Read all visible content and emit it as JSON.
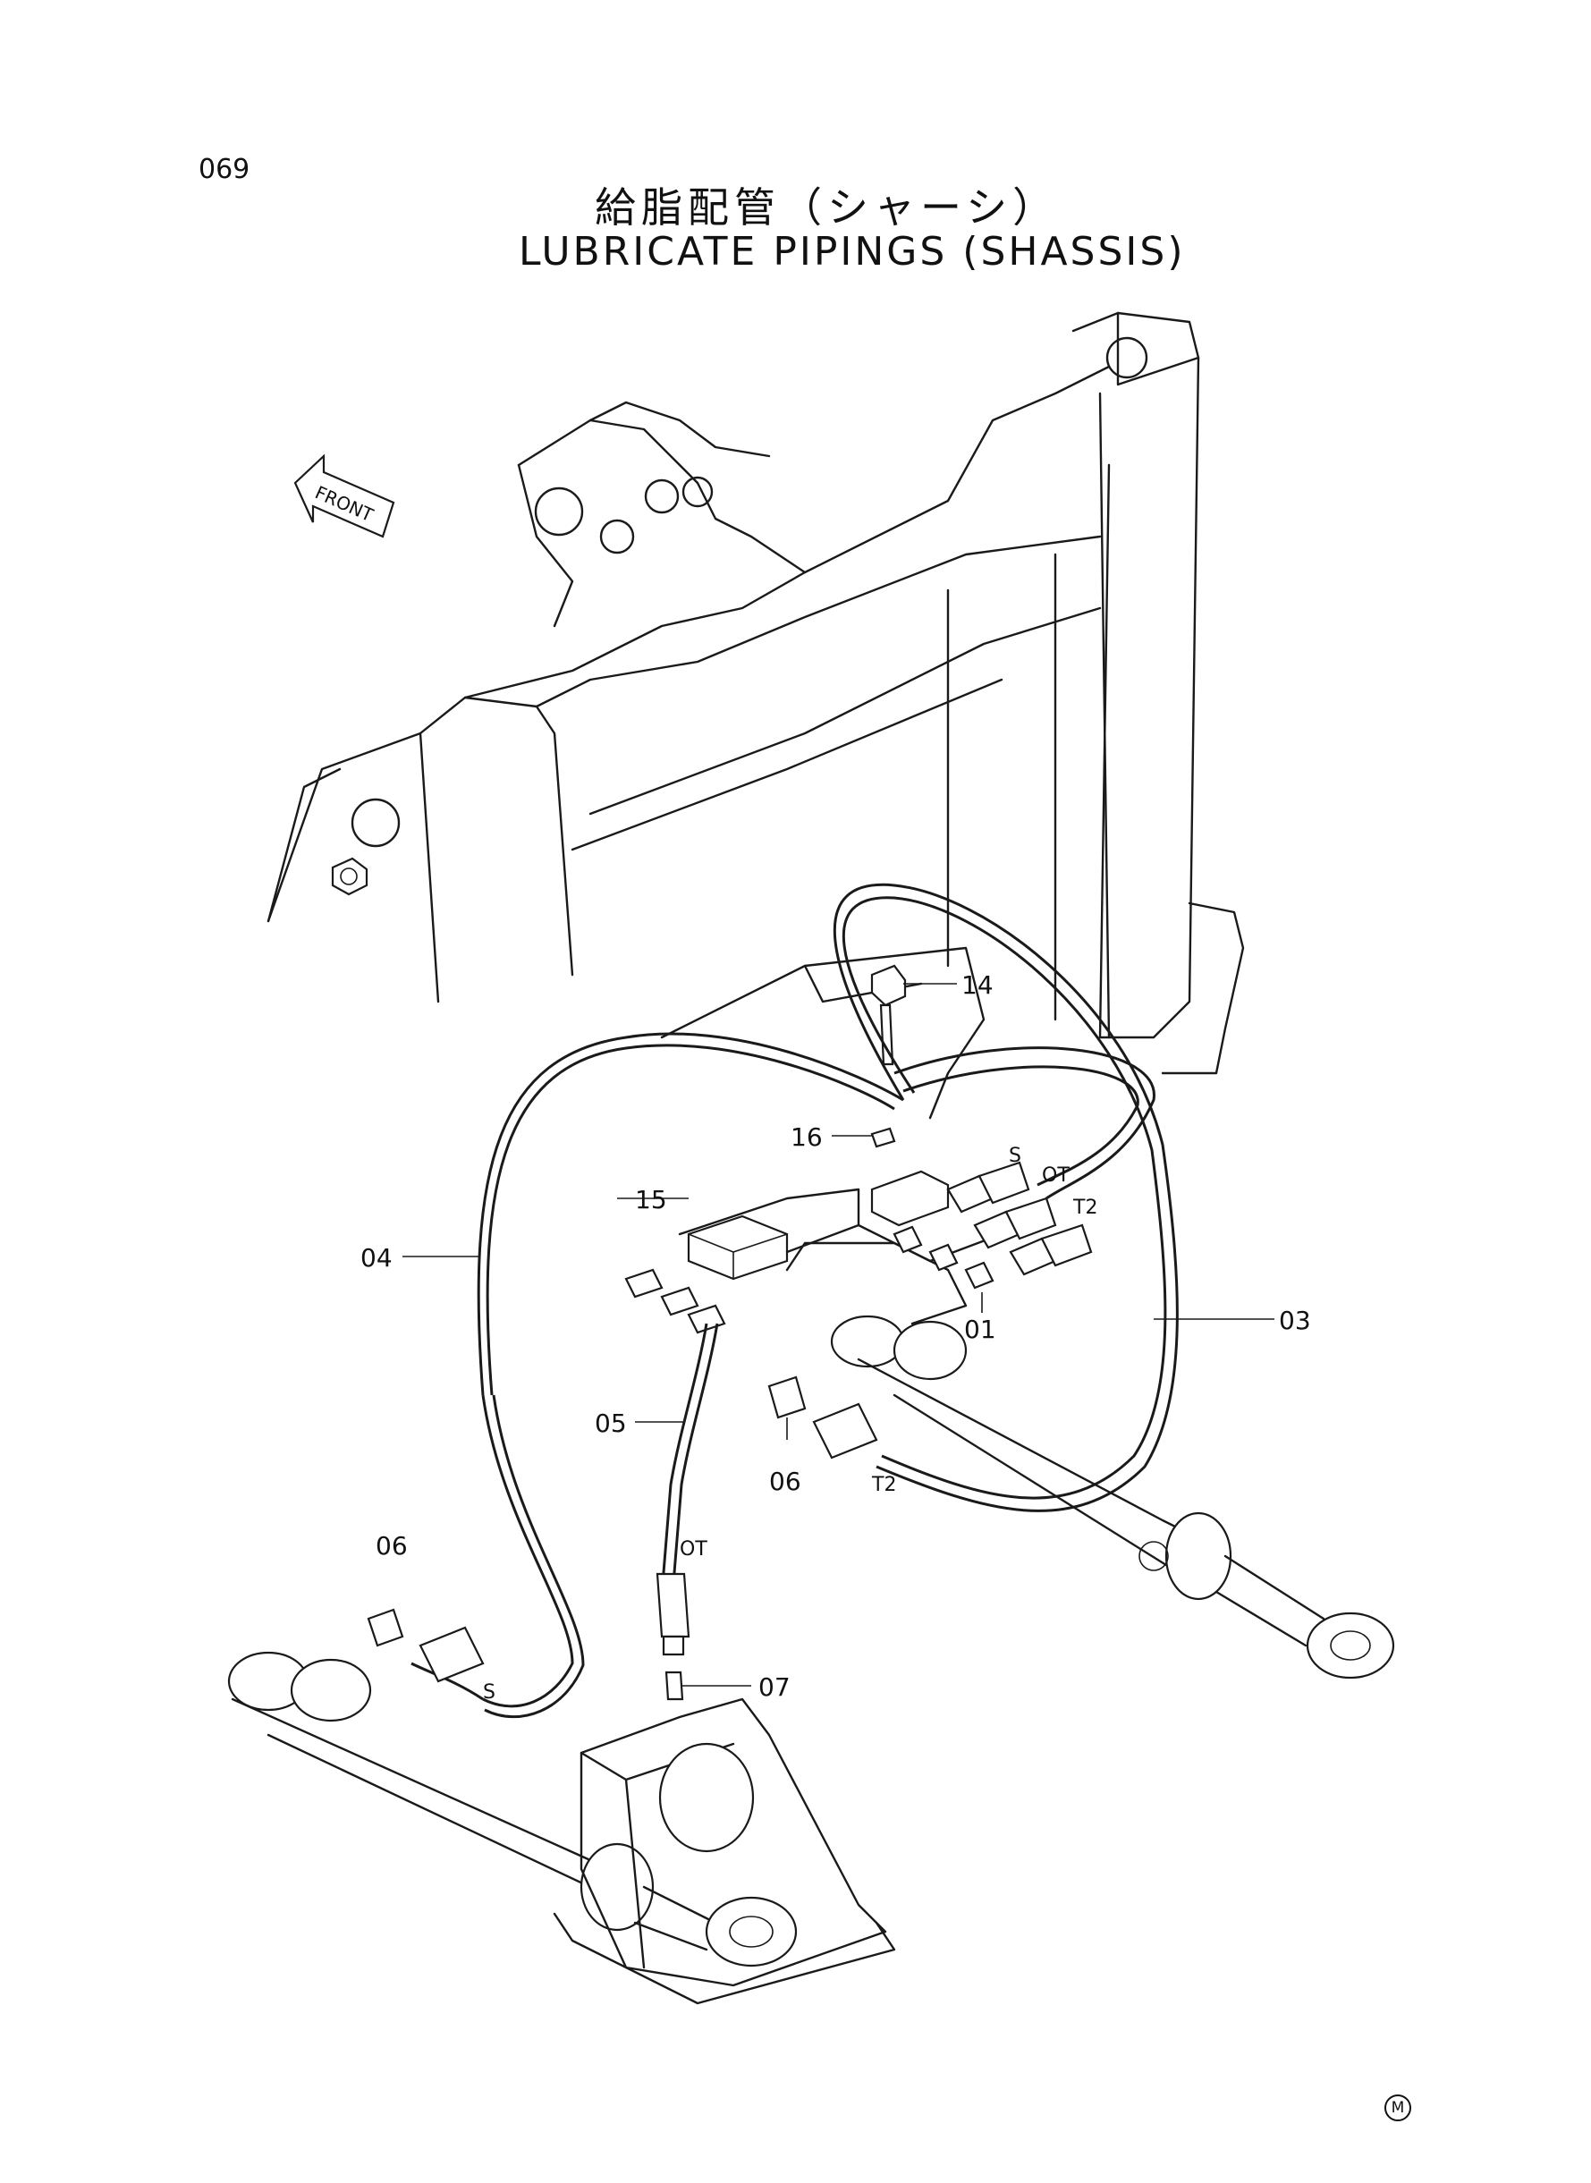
{
  "header": {
    "page_number": "069",
    "title_jp": "給脂配管（シャーシ）",
    "title_en": "LUBRICATE PIPINGS (SHASSIS)"
  },
  "diagram": {
    "front_arrow_label": "FRONT",
    "callouts": {
      "c14": "14",
      "c16": "16",
      "c15": "15",
      "c04": "04",
      "c05": "05",
      "c06_right": "06",
      "c06_left": "06",
      "c01": "01",
      "c03": "03",
      "c07": "07"
    },
    "port_labels": {
      "s_top": "S",
      "ot_top": "OT",
      "t2_top": "T2",
      "t2_bottom": "T2",
      "ot_bottom": "OT",
      "s_bottom": "S"
    },
    "footer_mark": "M"
  }
}
